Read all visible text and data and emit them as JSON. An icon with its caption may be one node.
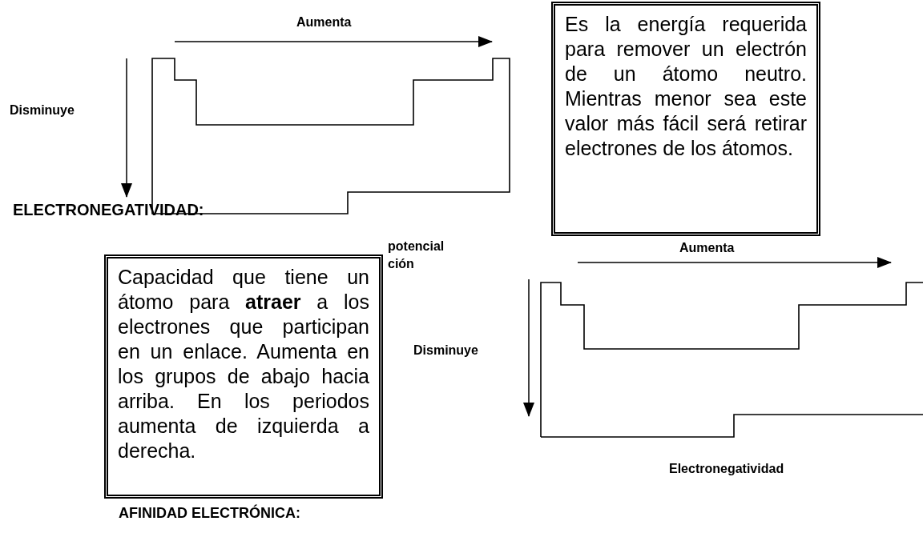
{
  "diagram": {
    "nodes": [
      {
        "text": [
          "Es la energía requerida para remover un electrón de un átomo neutro. Mientras menor sea este valor más fácil será retirar electrones de los átomos."
        ]
      },
      {
        "text": [
          "Capacidad que tiene un átomo para **atraer** a los electrones que participan en un enlace. Aumenta en los grupos de abajo hacia arriba. En los periodos aumenta de izquierda a derecha."
        ]
      }
    ],
    "labels": [
      "Aumenta",
      "Disminuye",
      "ELECTRONEGATIVIDAD:",
      "potencial",
      "ción",
      "Aumenta",
      "Disminuye",
      "Electronegatividad",
      "AFINIDAD ELECTRÓNICA:"
    ]
  }
}
